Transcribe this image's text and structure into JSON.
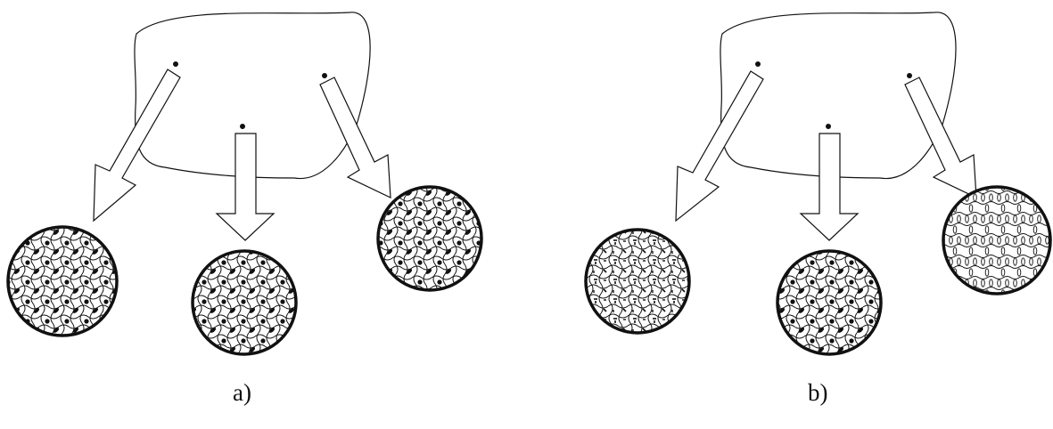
{
  "panels": [
    {
      "caption": "a)",
      "texture_types": [
        "mixed",
        "mixed",
        "mixed"
      ]
    },
    {
      "caption": "b)",
      "texture_types": [
        "dashes",
        "mixed",
        "ellipses"
      ]
    }
  ],
  "colors": {
    "stroke": "#111111",
    "background": "#ffffff"
  }
}
